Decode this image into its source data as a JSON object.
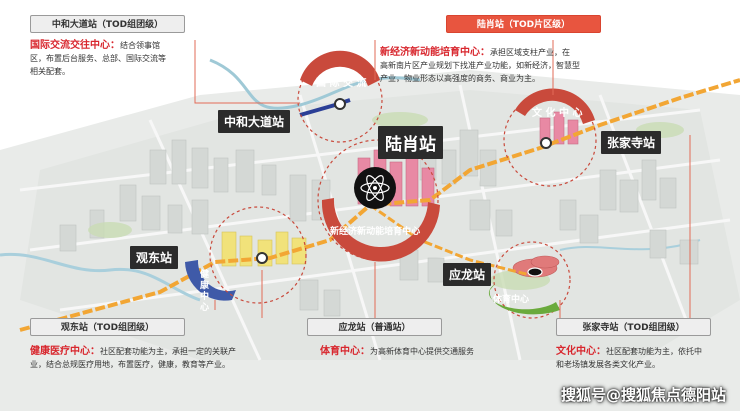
{
  "tags": {
    "zhonghe": "中和大道站（TOD组团级）",
    "luxiao": "陆肖站（TOD片区级）",
    "guandong": "观东站（TOD组团级）",
    "yinglong": "应龙站（普通站）",
    "zhangjiasi": "张家寺站（TOD组团级）"
  },
  "notes": {
    "zhonghe_title": "国际交流交往中心：",
    "zhonghe_body1": "结合领事馆",
    "zhonghe_body2": "区，布置后台服务、总部、国际交流等",
    "zhonghe_body3": "相关配套。",
    "luxiao_title": "新经济新动能培育中心：",
    "luxiao_body1": "承担区域支柱产业，在",
    "luxiao_body2": "高新南片区产业规划下找准产业功能，如新经济，智慧型",
    "luxiao_body3": "产业，物业形态以高强度的商务、商业为主。",
    "guandong_title": "健康医疗中心：",
    "guandong_body1": "社区配套功能为主，承担一定的关联产",
    "guandong_body2": "业，结合总规医疗用地，布置医疗，健康，教育等产业。",
    "yinglong_title": "体育中心：",
    "yinglong_body1": "为高新体育中心提供交通服务",
    "zhangjiasi_title": "文化中心：",
    "zhangjiasi_body1": "社区配套功能为主，依托中",
    "zhangjiasi_body2": "和老场镇发展各类文化产业。"
  },
  "stations": {
    "zhonghe": "中和大道站",
    "luxiao": "陆肖站",
    "zhangjiasi": "张家寺站",
    "guandong": "观东站",
    "yinglong": "应龙站"
  },
  "rings": {
    "guoji": [
      "国",
      "际",
      "交",
      "流"
    ],
    "wenhua": [
      "文",
      "化",
      "中",
      "心"
    ],
    "xinjingji": [
      "新",
      "经",
      "济",
      "新",
      "动",
      "能",
      "培",
      "育",
      "中",
      "心"
    ],
    "jiankang": [
      "健",
      "康",
      "中",
      "心"
    ],
    "tiyu": [
      "体",
      "育",
      "中",
      "心"
    ]
  },
  "watermark": "搜狐号@搜狐焦点德阳站",
  "colors": {
    "accent_red": "#d8262d",
    "tag_red": "#e8553f",
    "route_orange": "#f2a634",
    "ring_red": "#c94a3c",
    "ring_green": "#6aaa3c",
    "ring_blue": "#3f5aa8"
  }
}
